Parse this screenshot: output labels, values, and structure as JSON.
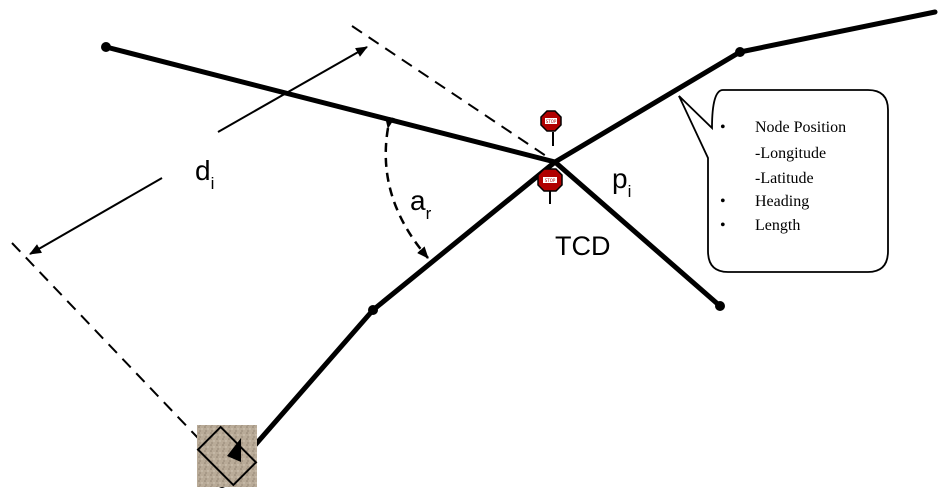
{
  "labels": {
    "distance": "d",
    "distance_sub": "i",
    "angle": "a",
    "angle_sub": "r",
    "position": "p",
    "position_sub": "i",
    "tcd": "TCD"
  },
  "callout": {
    "items": [
      "Node Position",
      "-Longitude",
      "-Latitude",
      "Heading",
      "Length"
    ],
    "bulleted": [
      true,
      false,
      false,
      true,
      true
    ]
  },
  "signs": {
    "upper_text": "STOP",
    "lower_text": "STOP",
    "color": "#b00000"
  },
  "colors": {
    "line": "#000000",
    "vehicle_bg": "#b9ab98"
  }
}
